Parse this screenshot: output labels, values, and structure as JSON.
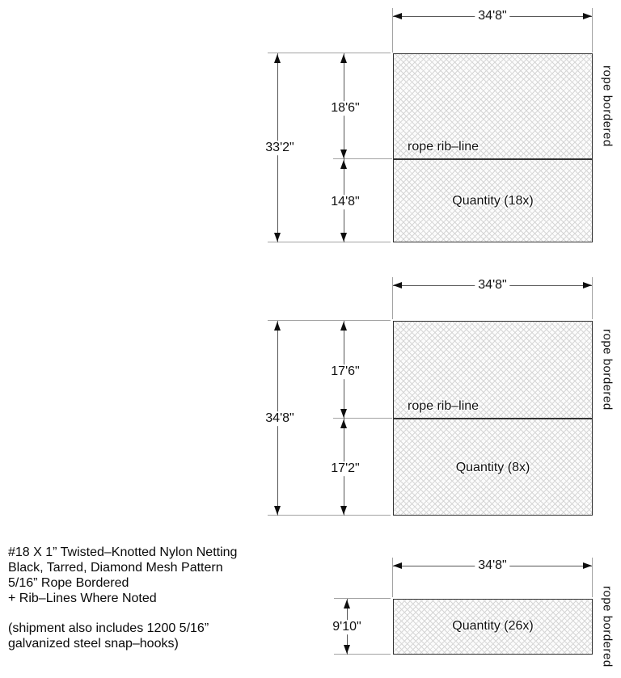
{
  "panels": [
    {
      "width_label": "34'8\"",
      "overall_height_label": "33'2\"",
      "upper_section_label": "18'6\"",
      "lower_section_label": "14'8\"",
      "rib_label": "rope rib–line",
      "quantity_label": "Quantity (18x)",
      "side_label": "rope bordered"
    },
    {
      "width_label": "34'8\"",
      "overall_height_label": "34'8\"",
      "upper_section_label": "17'6\"",
      "lower_section_label": "17'2\"",
      "rib_label": "rope rib–line",
      "quantity_label": "Quantity (8x)",
      "side_label": "rope bordered"
    },
    {
      "width_label": "34'8\"",
      "height_label": "9'10\"",
      "quantity_label": "Quantity (26x)",
      "side_label": "rope bordered"
    }
  ],
  "notes": {
    "line1": "#18 X 1” Twisted–Knotted Nylon Netting",
    "line2": "Black, Tarred, Diamond Mesh Pattern",
    "line3": "5/16” Rope Bordered",
    "line4": "+ Rib–Lines Where Noted",
    "line5": "(shipment also includes 1200 5/16”",
    "line6": "galvanized steel snap–hooks)"
  },
  "colors": {
    "panel_border": "#323232",
    "dimension_line": "#565656",
    "extension_line": "#a3a3a3",
    "hatch_line": "#d6d6d6",
    "text": "#101010"
  }
}
